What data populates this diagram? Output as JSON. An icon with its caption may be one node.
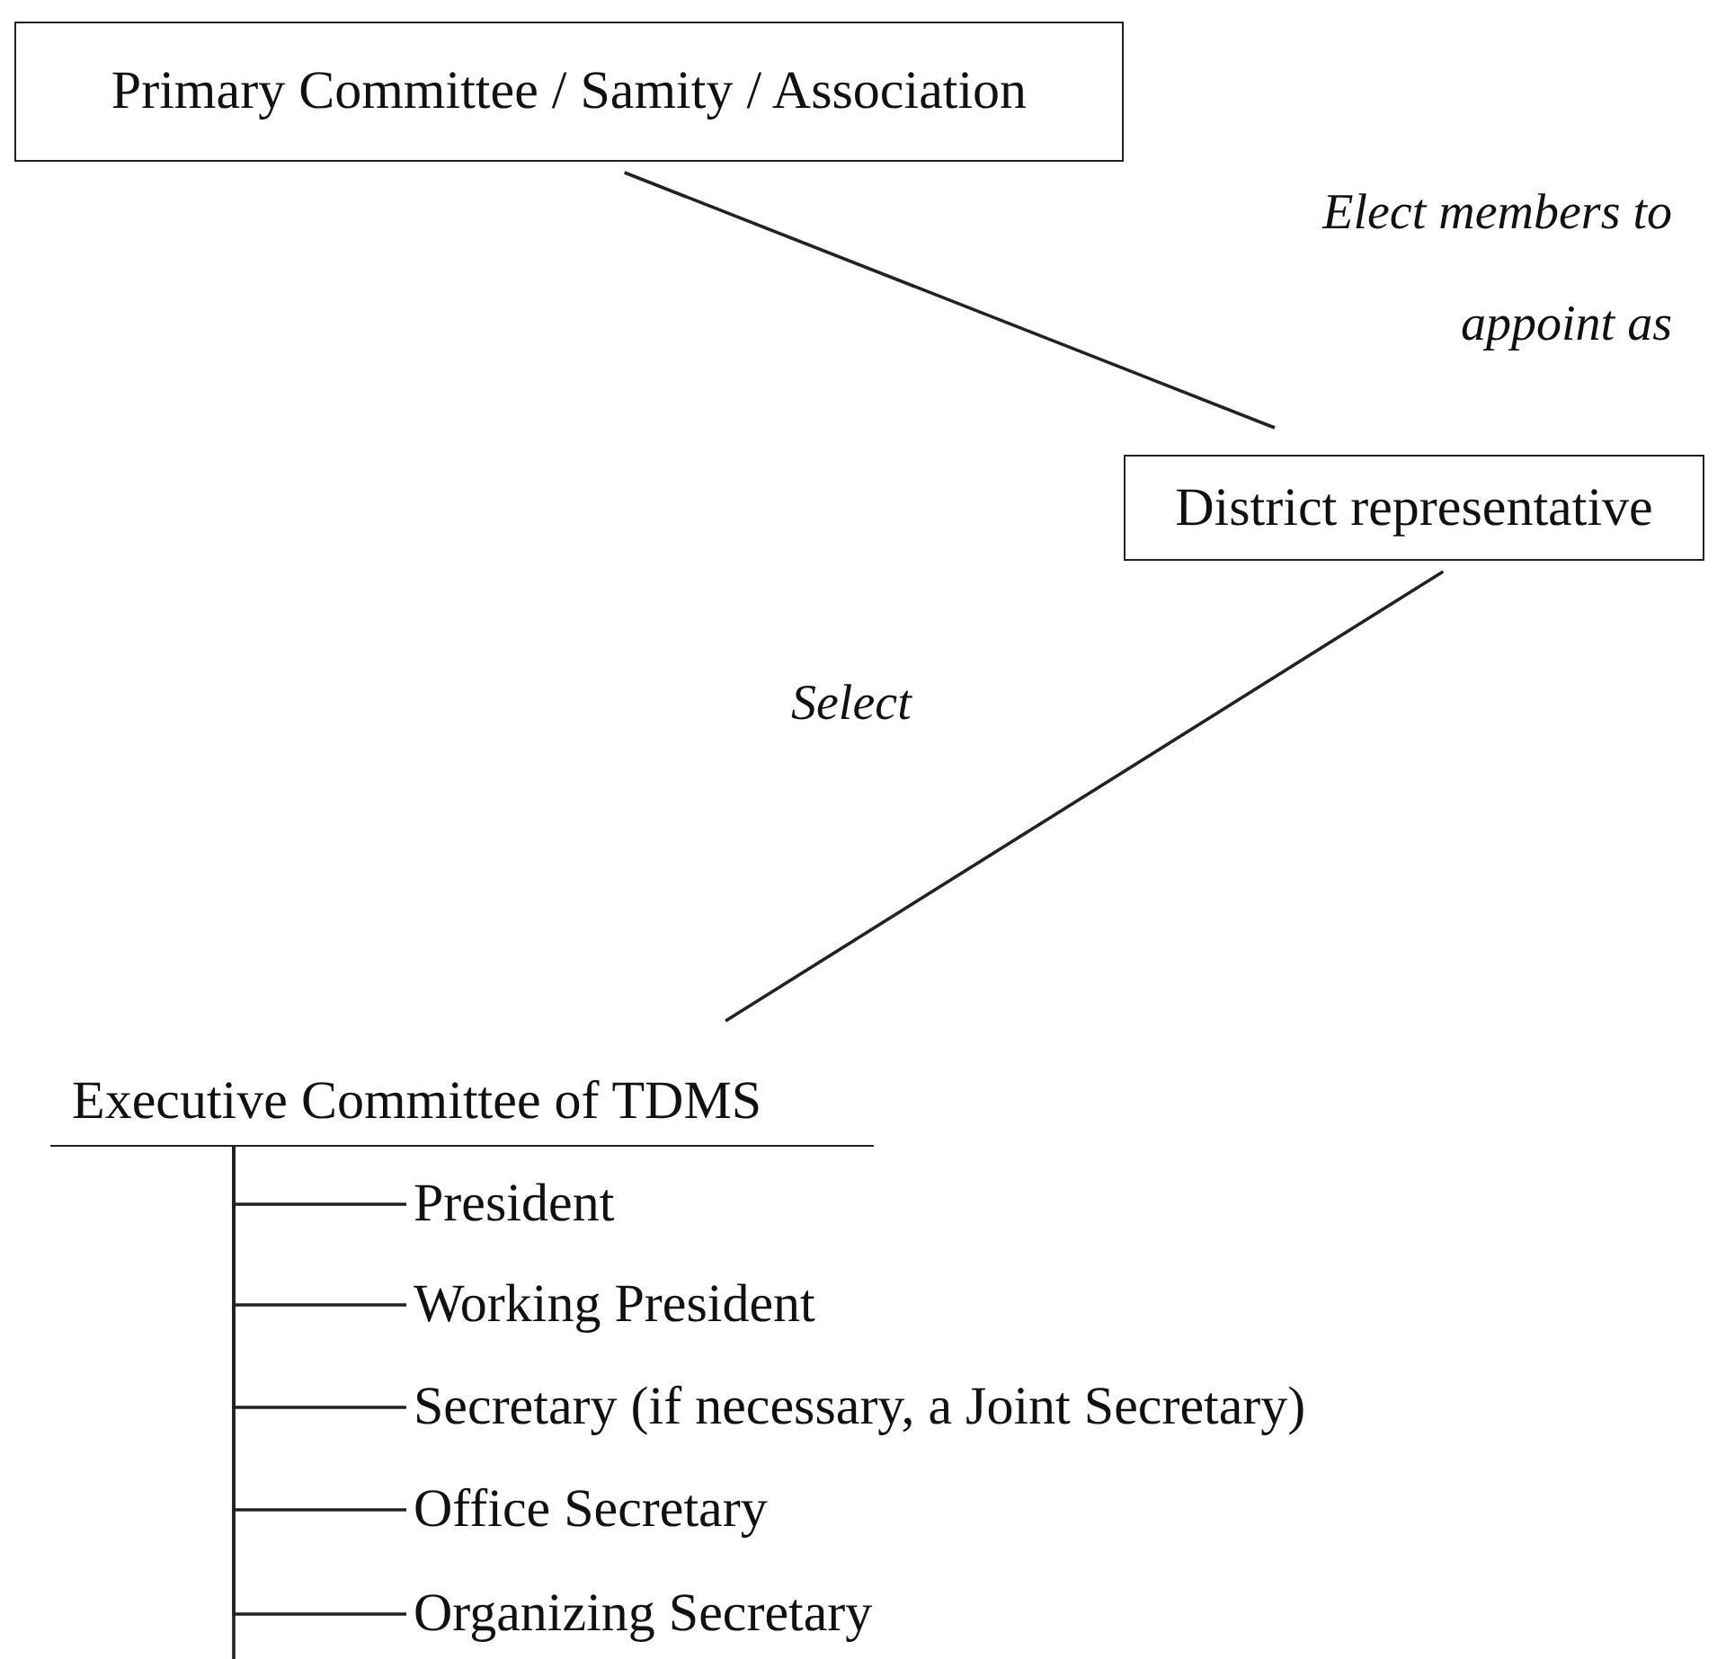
{
  "diagram": {
    "nodes": [
      {
        "text": [
          "Primary Committee / Samity / Association"
        ]
      },
      {
        "text": [
          "District representative"
        ]
      },
      {
        "text": [
          "Executive Committee of TDMS"
        ]
      },
      {
        "text": [
          "President"
        ]
      },
      {
        "text": [
          "Working President"
        ]
      },
      {
        "text": [
          "Secretary (if necessary, a Joint Secretary)"
        ]
      },
      {
        "text": [
          "Office Secretary"
        ]
      },
      {
        "text": [
          "Organizing Secretary"
        ]
      }
    ],
    "edges": [
      {
        "from": 0,
        "to": 1,
        "arrow": "none",
        "label": "Elect members to appoint as"
      },
      {
        "from": 1,
        "to": 2,
        "arrow": "none",
        "label": "Select"
      },
      {
        "from": 2,
        "to": 3,
        "arrow": "none"
      },
      {
        "from": 2,
        "to": 4,
        "arrow": "none"
      },
      {
        "from": 2,
        "to": 5,
        "arrow": "none"
      },
      {
        "from": 2,
        "to": 6,
        "arrow": "none"
      },
      {
        "from": 2,
        "to": 7,
        "arrow": "none"
      }
    ]
  }
}
